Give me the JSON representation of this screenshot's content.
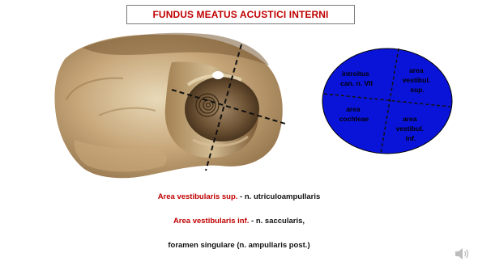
{
  "slide": {
    "title": "FUNDUS MEATUS ACUSTICI INTERNI",
    "diagram": {
      "fill_color": "#0a14d8",
      "areas": [
        {
          "id": "introitus",
          "lines": [
            "introitus",
            "can. n. VII"
          ]
        },
        {
          "id": "vestibularis-sup",
          "lines": [
            "area",
            "vestibul.",
            "sup."
          ]
        },
        {
          "id": "cochleae",
          "lines": [
            "area",
            "cochleae"
          ]
        },
        {
          "id": "vestibularis-inf",
          "lines": [
            "area",
            "vestibul.",
            "inf."
          ]
        }
      ]
    },
    "legend": {
      "line1_term": "Area vestibularis sup.",
      "line1_desc": " - n. utriculoampullaris",
      "line2_term": "Area vestibularis inf.",
      "line2_desc": " - n. saccularis,",
      "line3": "foramen singulare  (n. ampullaris post.)"
    },
    "colors": {
      "title_red": "#c00000",
      "bone_light": "#d9c5a0",
      "bone_dark": "#6b4e2e"
    },
    "icons": {
      "audio": "speaker-icon"
    }
  }
}
